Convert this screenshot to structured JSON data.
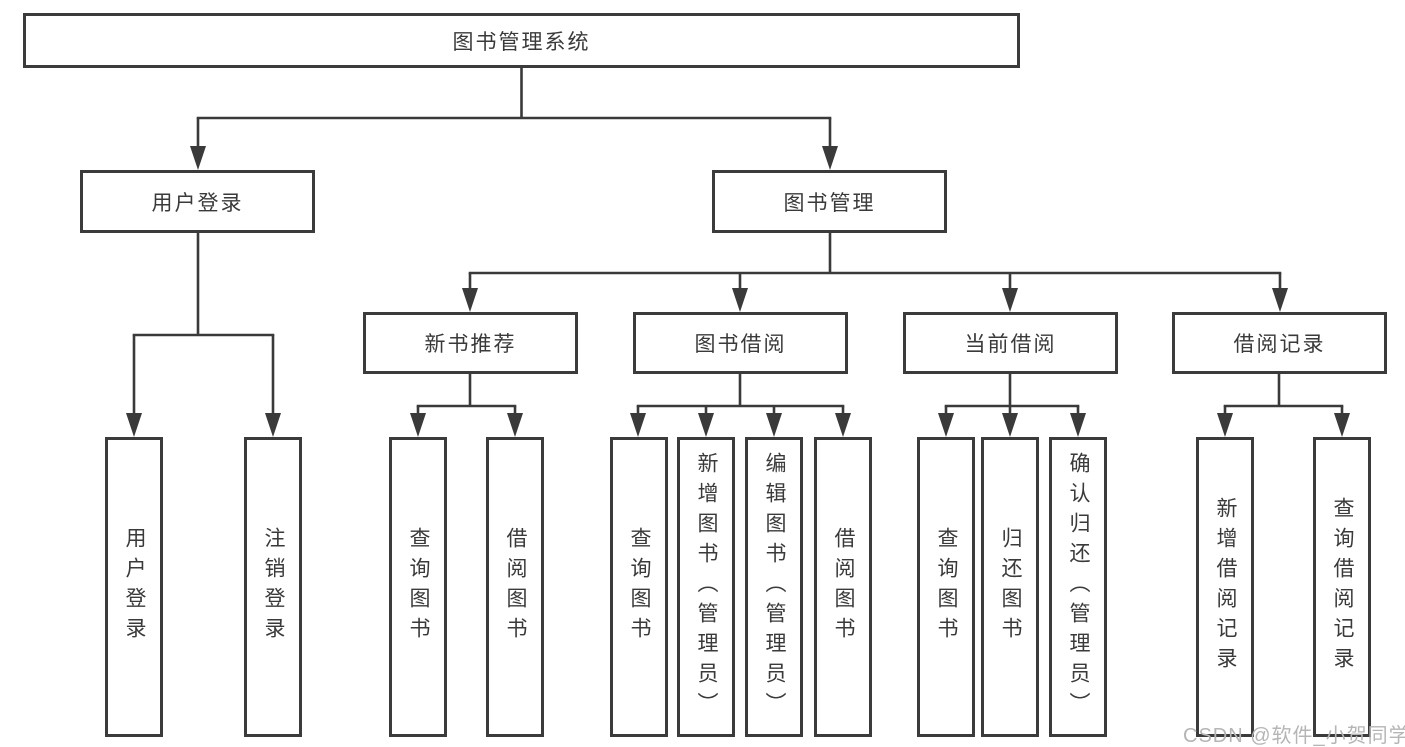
{
  "diagram": {
    "title": "图书管理系统",
    "level2": [
      {
        "label": "用户登录"
      },
      {
        "label": "图书管理"
      }
    ],
    "level3": [
      {
        "label": "新书推荐",
        "parent": "图书管理"
      },
      {
        "label": "图书借阅",
        "parent": "图书管理"
      },
      {
        "label": "当前借阅",
        "parent": "图书管理"
      },
      {
        "label": "借阅记录",
        "parent": "图书管理"
      }
    ],
    "leaves": [
      {
        "label": "用户登录",
        "parent": "用户登录"
      },
      {
        "label": "注销登录",
        "parent": "用户登录"
      },
      {
        "label": "查询图书",
        "parent": "新书推荐"
      },
      {
        "label": "借阅图书",
        "parent": "新书推荐"
      },
      {
        "label": "查询图书",
        "parent": "图书借阅"
      },
      {
        "label": "新增图书（管理员）",
        "parent": "图书借阅"
      },
      {
        "label": "编辑图书（管理员）",
        "parent": "图书借阅"
      },
      {
        "label": "借阅图书",
        "parent": "图书借阅"
      },
      {
        "label": "查询图书",
        "parent": "当前借阅"
      },
      {
        "label": "归还图书",
        "parent": "当前借阅"
      },
      {
        "label": "确认归还（管理员）",
        "parent": "当前借阅"
      },
      {
        "label": "新增借阅记录",
        "parent": "借阅记录"
      },
      {
        "label": "查询借阅记录",
        "parent": "借阅记录"
      }
    ]
  },
  "watermark": "CSDN @软件_小贺同学",
  "colors": {
    "line": "#3a3a3a",
    "text": "#3a3a3a",
    "background": "#ffffff",
    "watermark": "#b5b5b5"
  }
}
